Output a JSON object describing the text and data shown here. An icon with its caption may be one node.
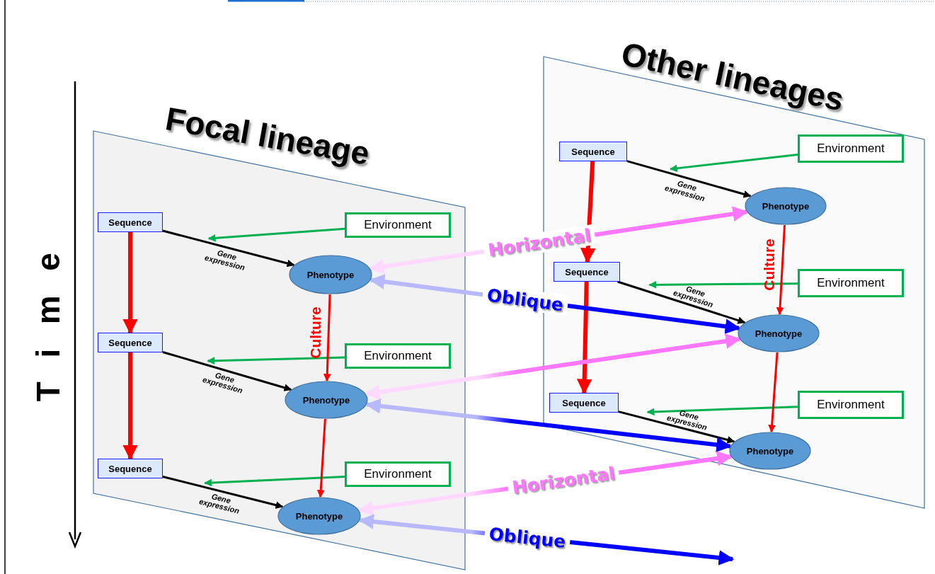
{
  "diagram": {
    "nodes": [
      {
        "text": [
          "Focal lineage"
        ]
      },
      {
        "text": [
          "Sequence"
        ],
        "in": 0
      },
      {
        "text": [
          "Environment"
        ],
        "in": 0
      },
      {
        "text": [
          "Phenotype"
        ],
        "in": 0
      },
      {
        "text": [
          "Sequence"
        ],
        "in": 0
      },
      {
        "text": [
          "Environment"
        ],
        "in": 0
      },
      {
        "text": [
          "Phenotype"
        ],
        "in": 0
      },
      {
        "text": [
          "Sequence"
        ],
        "in": 0
      },
      {
        "text": [
          "Environment"
        ],
        "in": 0
      },
      {
        "text": [
          "Phenotype"
        ],
        "in": 0
      },
      {
        "text": [
          "Other lineages"
        ]
      },
      {
        "text": [
          "Sequence"
        ],
        "in": 10
      },
      {
        "text": [
          "Environment"
        ],
        "in": 10
      },
      {
        "text": [
          "Phenotype"
        ],
        "in": 10
      },
      {
        "text": [
          "Sequence"
        ],
        "in": 10
      },
      {
        "text": [
          "Environment"
        ],
        "in": 10
      },
      {
        "text": [
          "Phenotype"
        ],
        "in": 10
      },
      {
        "text": [
          "Sequence"
        ],
        "in": 10
      },
      {
        "text": [
          "Environment"
        ],
        "in": 10
      },
      {
        "text": [
          "Phenotype"
        ],
        "in": 10
      }
    ],
    "edges": [
      {
        "from": 1,
        "to": 3,
        "arrow": "to",
        "label": "Gene expression",
        "color": "#000000"
      },
      {
        "from": 2,
        "to": null,
        "arrow": "to",
        "color": "#00b050"
      },
      {
        "from": 4,
        "to": 6,
        "arrow": "to",
        "label": "Gene expression",
        "color": "#000000"
      },
      {
        "from": 5,
        "to": null,
        "arrow": "to",
        "color": "#00b050"
      },
      {
        "from": 7,
        "to": 9,
        "arrow": "to",
        "label": "Gene expression",
        "color": "#000000"
      },
      {
        "from": 8,
        "to": null,
        "arrow": "to",
        "color": "#00b050"
      },
      {
        "from": 1,
        "to": 4,
        "arrow": "to",
        "style": "thick",
        "color": "#ff0000"
      },
      {
        "from": 4,
        "to": 7,
        "arrow": "to",
        "style": "thick",
        "color": "#ff0000"
      },
      {
        "from": 3,
        "to": 6,
        "arrow": "to",
        "label": "Culture",
        "color": "#ff0000"
      },
      {
        "from": 6,
        "to": 9,
        "arrow": "to",
        "color": "#ff0000"
      },
      {
        "from": 11,
        "to": 13,
        "arrow": "to",
        "label": "Gene expression",
        "color": "#000000"
      },
      {
        "from": 12,
        "to": null,
        "arrow": "to",
        "color": "#00b050"
      },
      {
        "from": 14,
        "to": 16,
        "arrow": "to",
        "label": "Gene expression",
        "color": "#000000"
      },
      {
        "from": 15,
        "to": null,
        "arrow": "to",
        "color": "#00b050"
      },
      {
        "from": 17,
        "to": 19,
        "arrow": "to",
        "label": "Gene expression",
        "color": "#000000"
      },
      {
        "from": 18,
        "to": null,
        "arrow": "to",
        "color": "#00b050"
      },
      {
        "from": 11,
        "to": 14,
        "arrow": "to",
        "style": "thick",
        "color": "#ff0000"
      },
      {
        "from": 14,
        "to": 17,
        "arrow": "to",
        "style": "thick",
        "color": "#ff0000"
      },
      {
        "from": 13,
        "to": 16,
        "arrow": "to",
        "label": "Culture",
        "color": "#ff0000"
      },
      {
        "from": 16,
        "to": 19,
        "arrow": "to",
        "color": "#ff0000"
      },
      {
        "from": 3,
        "to": 13,
        "arrow": "both",
        "label": "Horizontal",
        "style": "thick",
        "color": "#ff77ff"
      },
      {
        "from": 3,
        "to": 16,
        "arrow": "both",
        "label": "Oblique",
        "style": "thick",
        "color": "#0000ff"
      },
      {
        "from": 6,
        "to": 16,
        "arrow": "both",
        "style": "thick",
        "color": "#ff77ff"
      },
      {
        "from": 6,
        "to": 19,
        "arrow": "both",
        "style": "thick",
        "color": "#0000ff"
      },
      {
        "from": 9,
        "to": 19,
        "arrow": "both",
        "label": "Horizontal",
        "style": "thick",
        "color": "#ff77ff"
      },
      {
        "from": 9,
        "to": null,
        "arrow": "both",
        "label": "Oblique",
        "style": "thick",
        "color": "#0000ff"
      }
    ],
    "labels": [
      "Time"
    ]
  }
}
